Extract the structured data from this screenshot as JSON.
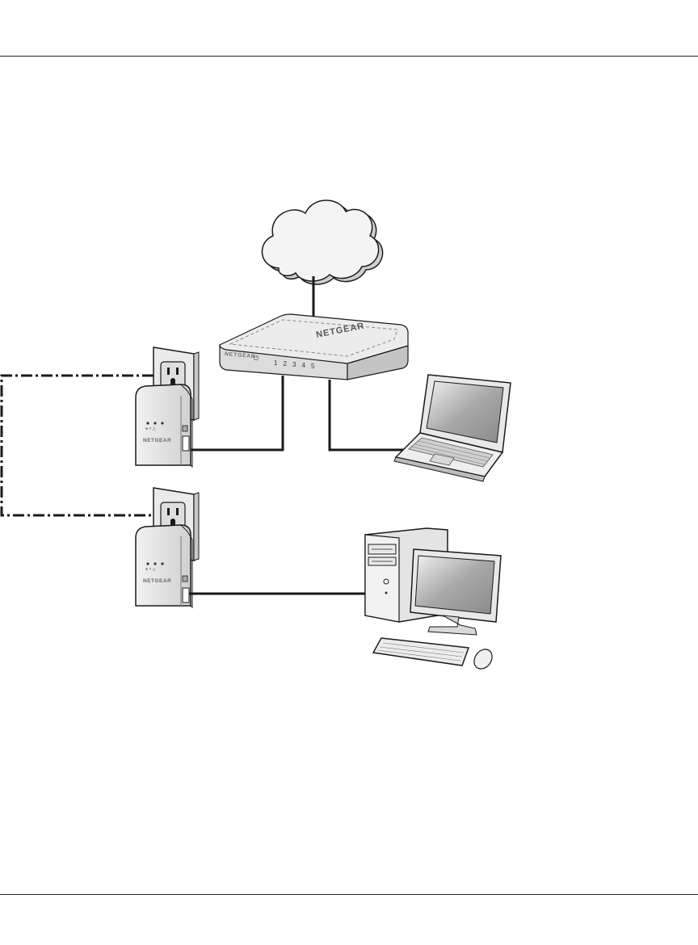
{
  "router": {
    "brand_front": "NETGEAR",
    "brand_top": "NETGEAR",
    "power_glyph": "⏻",
    "ports": [
      "1",
      "2",
      "3",
      "4",
      "5"
    ]
  },
  "adapter_top": {
    "brand": "NETGEAR"
  },
  "adapter_bottom": {
    "brand": "NETGEAR"
  },
  "icons": {
    "cloud": "cloud-icon",
    "router": "router-icon",
    "laptop": "laptop-icon",
    "desktop": "desktop-computer-icon",
    "outlet": "outlet-icon",
    "adapter": "powerline-adapter-icon"
  },
  "colors": {
    "line": "#1a1a1a",
    "device_fill": "#e6e6e6",
    "device_shade": "#bdbdbd",
    "screen": "#9a9a9a"
  }
}
